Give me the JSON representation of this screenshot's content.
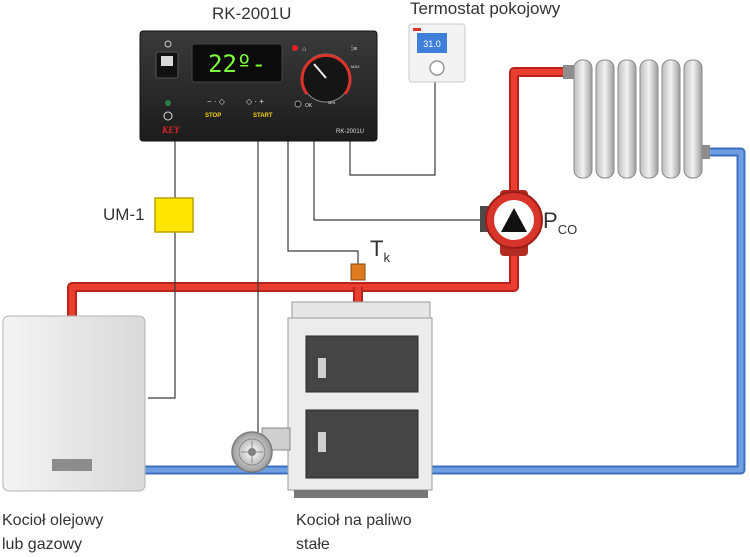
{
  "controller": {
    "title": "RK-2001U",
    "display": "22º-",
    "brand": "KEY",
    "model": "RK-2001U",
    "stop_label": "STOP",
    "start_label": "START",
    "ok_label": "OK",
    "min_label": "MIN",
    "max_label": "MAX"
  },
  "thermostat": {
    "title": "Termostat pokojowy",
    "display": "31.0"
  },
  "module": {
    "label": "UM-1"
  },
  "sensor": {
    "label": "T",
    "sub": "k"
  },
  "pump": {
    "label": "P",
    "sub": "CO"
  },
  "boiler_gas": {
    "line1": "Kocioł olejowy",
    "line2": "lub gazowy"
  },
  "boiler_solid": {
    "line1": "Kocioł na paliwo",
    "line2": "stałe"
  },
  "colors": {
    "supply_pipe": "#e8392a",
    "return_pipe": "#5b8fd6",
    "pump_body": "#d9342b",
    "module_fill": "#ffe600",
    "sensor_fill": "#e07a1f",
    "controller_body": "#262626",
    "display_digits": "#7dff3a"
  }
}
